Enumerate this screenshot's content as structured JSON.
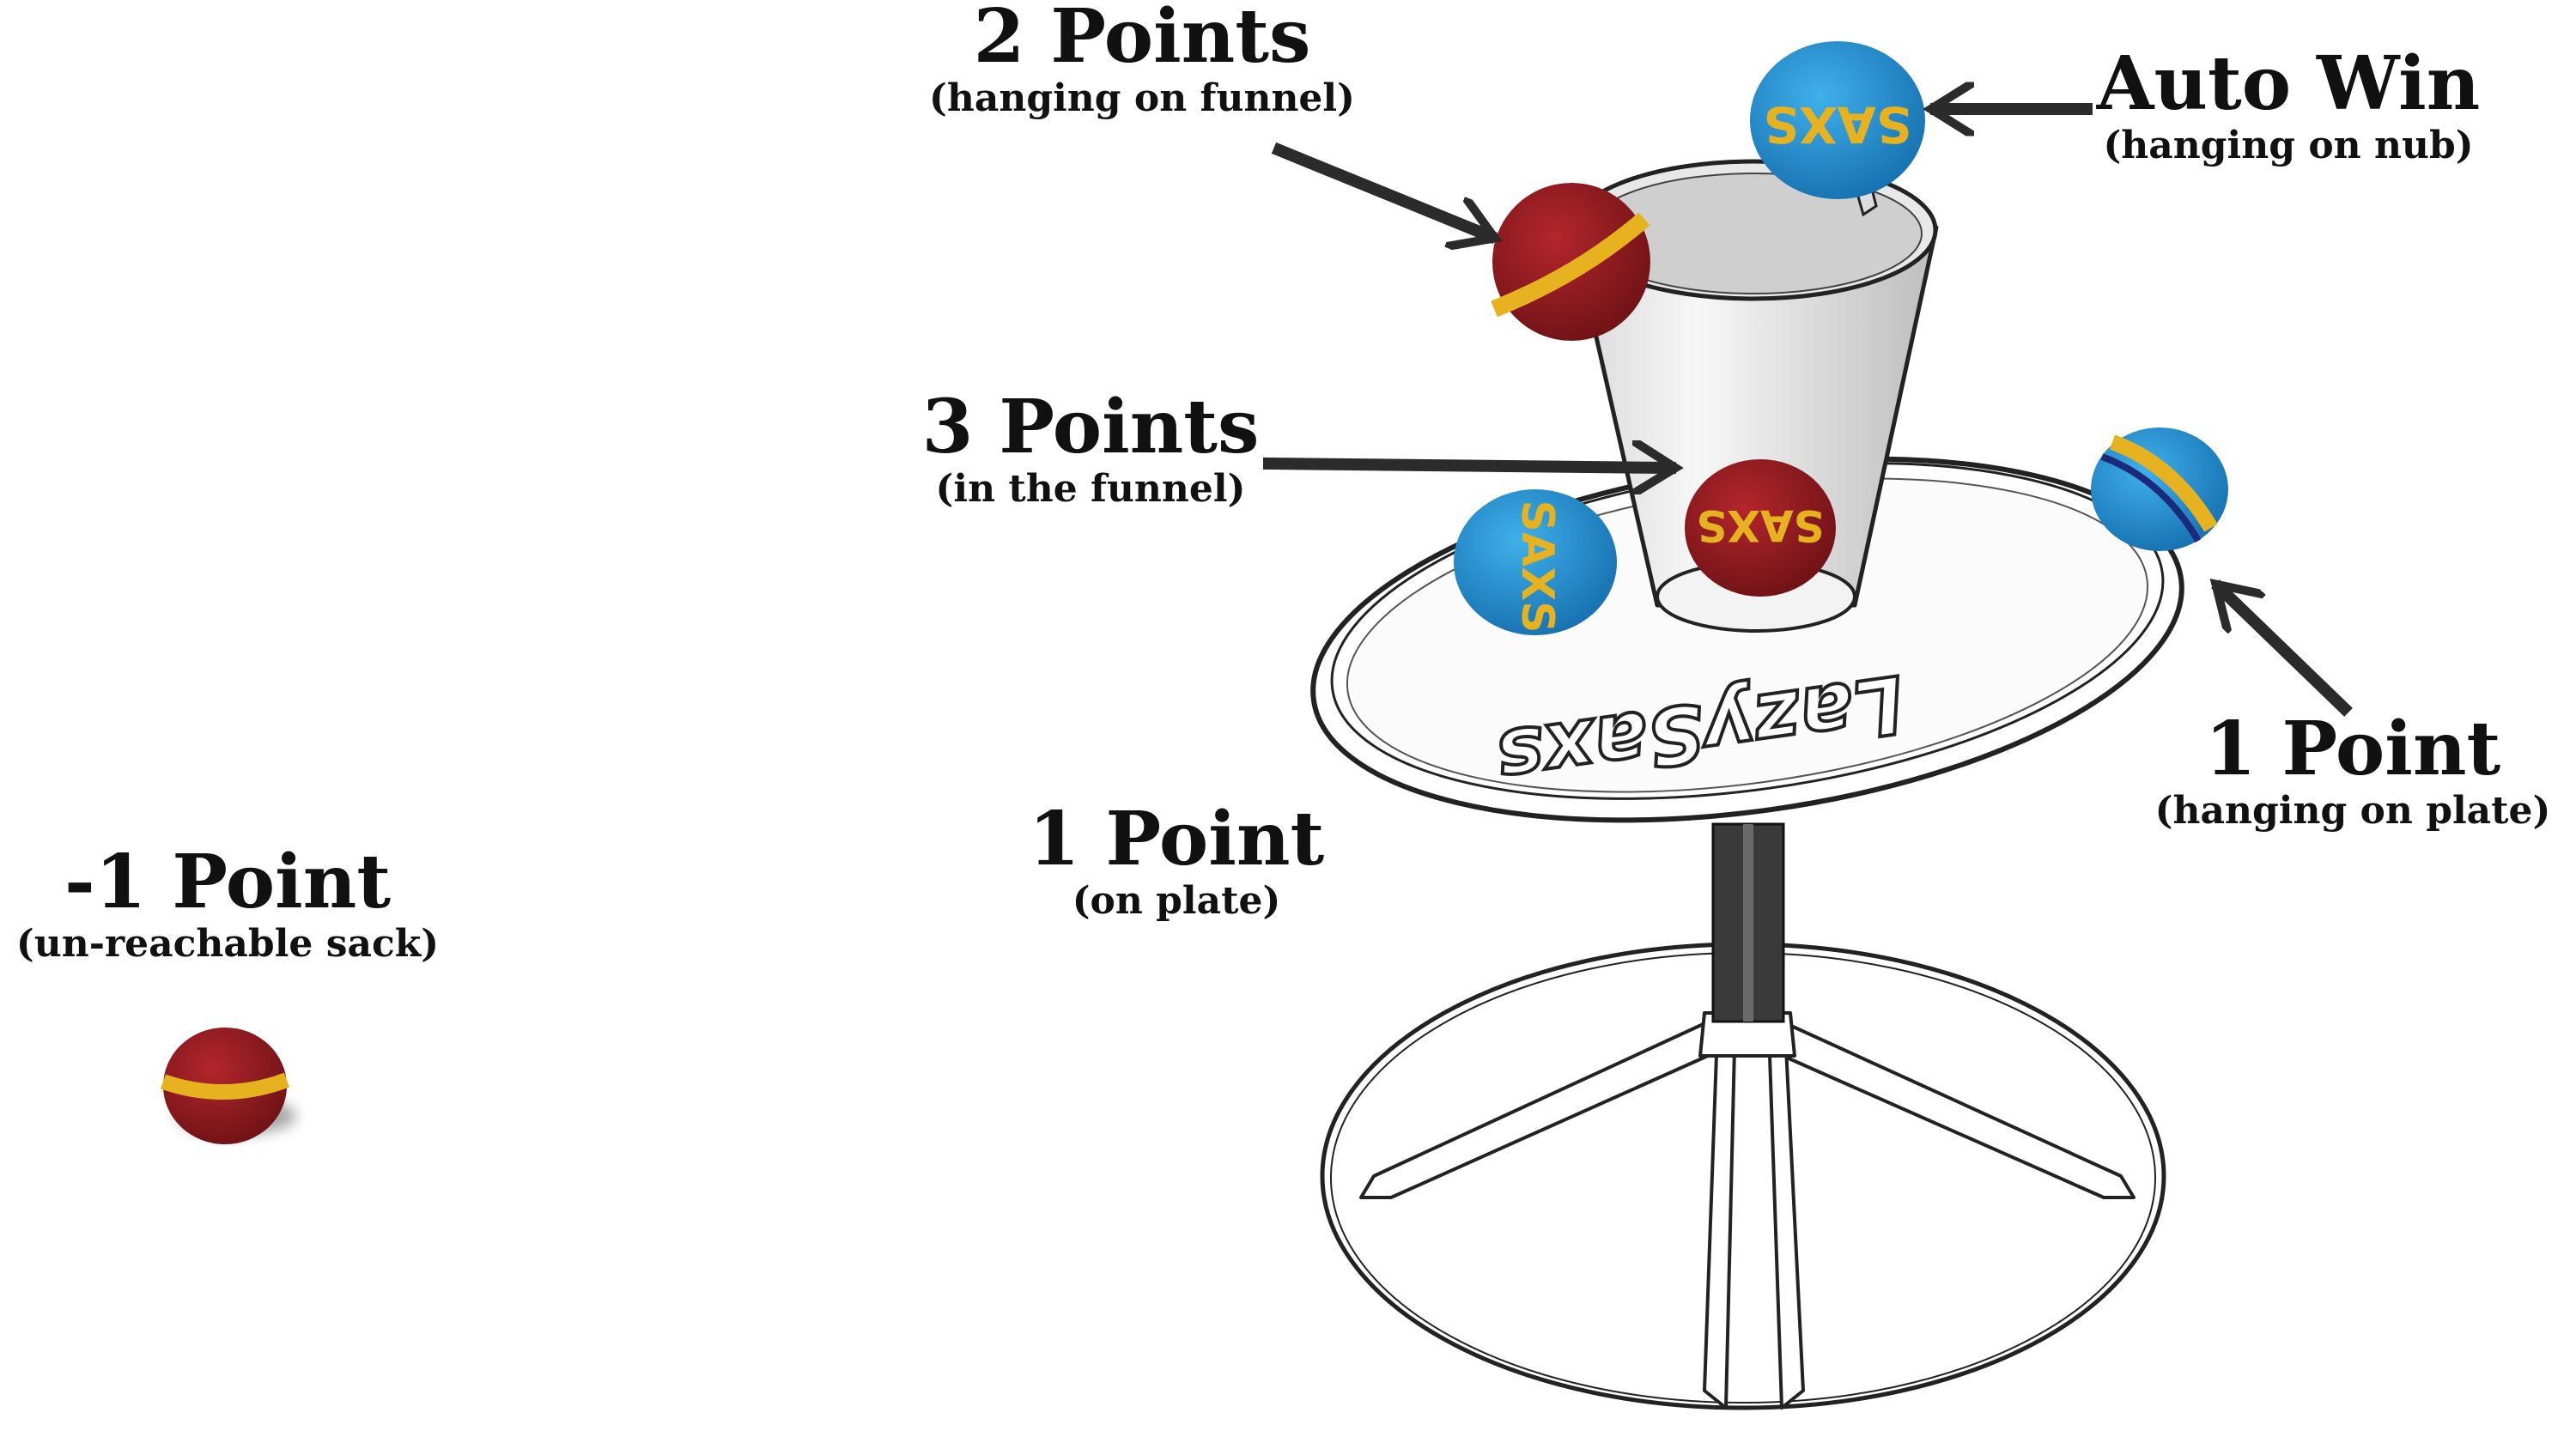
{
  "labels": {
    "two_points": {
      "title": "2 Points",
      "sub": "(hanging on funnel)"
    },
    "auto_win": {
      "title": "Auto Win",
      "sub": "(hanging on nub)"
    },
    "three_points": {
      "title": "3 Points",
      "sub": "(in the funnel)"
    },
    "one_point_hanging": {
      "title": "1 Point",
      "sub": "(hanging on plate)"
    },
    "one_point_plate": {
      "title": "1 Point",
      "sub": "(on plate)"
    },
    "minus_one": {
      "title": "-1 Point",
      "sub": "(un-reachable sack)"
    }
  },
  "logo_text": "LazySaxs",
  "sack_text": "SAXS",
  "colors": {
    "red_sack": "#8e1a1f",
    "yellow_stripe": "#e7b21f",
    "blue_sack": "#1f8fd0",
    "arrow": "#2b2b2b",
    "outline": "#222222"
  }
}
